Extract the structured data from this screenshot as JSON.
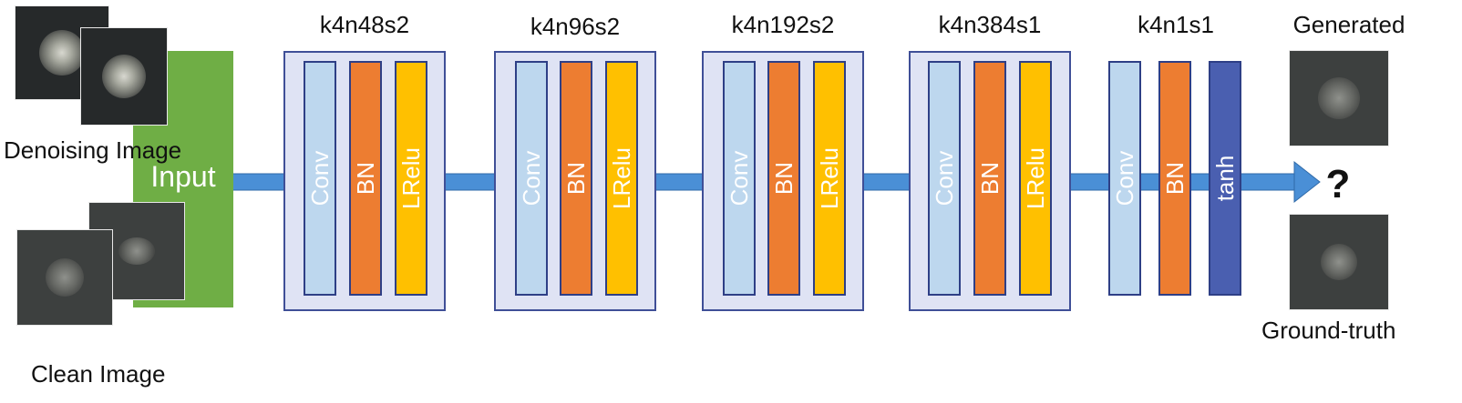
{
  "colors": {
    "input": "#6fae45",
    "conv": "#bdd7ee",
    "bn": "#ed7d31",
    "lrelu": "#ffc000",
    "tanh": "#4a5fb0",
    "block_fill": "#dfe3f4",
    "block_border": "#3f4f97",
    "arrow": "#4a8fd6"
  },
  "labels": {
    "denoising": "Denoising Image",
    "clean": "Clean Image",
    "input": "Input",
    "generated": "Generated",
    "ground_truth": "Ground-truth",
    "question": "?"
  },
  "blocks": [
    {
      "title": "k4n48s2",
      "layers": [
        "Conv",
        "BN",
        "LRelu"
      ]
    },
    {
      "title": "k4n96s2",
      "layers": [
        "Conv",
        "BN",
        "LRelu"
      ]
    },
    {
      "title": "k4n192s2",
      "layers": [
        "Conv",
        "BN",
        "LRelu"
      ]
    },
    {
      "title": "k4n384s1",
      "layers": [
        "Conv",
        "BN",
        "LRelu"
      ]
    },
    {
      "title": "k4n1s1",
      "layers": [
        "Conv",
        "BN",
        "tanh"
      ]
    }
  ]
}
